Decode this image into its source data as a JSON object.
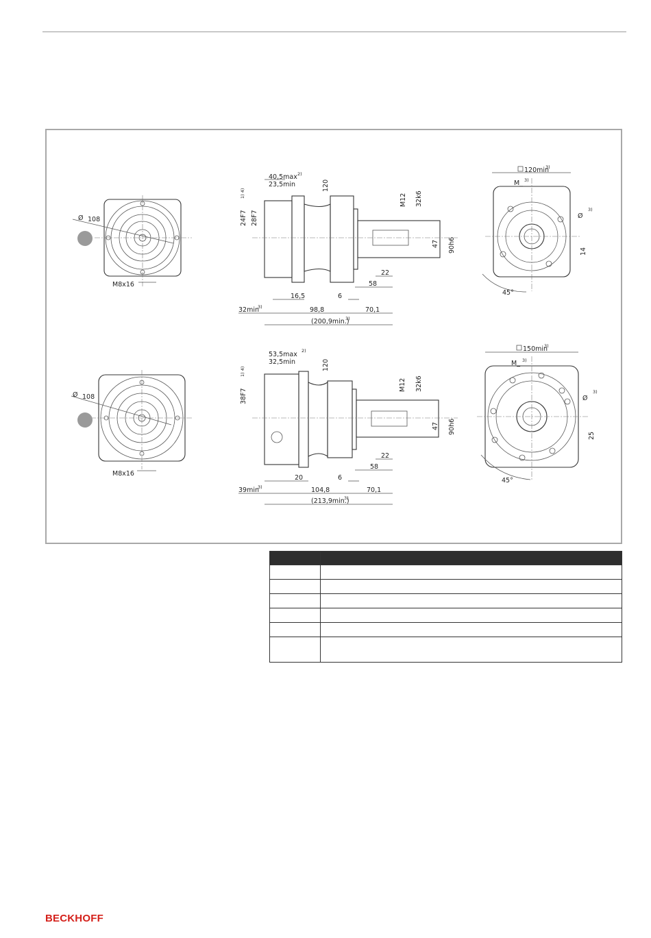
{
  "brand": {
    "logo_text": "BECKHOFF",
    "color": "#d4201a"
  },
  "drawing_top": {
    "front_dia": "108",
    "front_thread": "M8x16",
    "d_input": "24F7",
    "d_input_sup": "1) 4)",
    "d_input2": "28F7",
    "len_max": "40,5max",
    "len_max_sup": "2)",
    "len_min": "23,5min",
    "d_flange": "120",
    "thread": "M12",
    "d_shaft": "32k6",
    "d_spigot": "47",
    "d_pilot": "90h6",
    "dim_22": "22",
    "dim_58": "58",
    "dim_165": "16,5",
    "dim_6": "6",
    "dim_32min": "32min",
    "dim_32min_sup": "3)",
    "dim_988": "98,8",
    "dim_701": "70,1",
    "total": "(200,9min.)",
    "total_sup": "3)",
    "square": "120min",
    "square_sup": "3)",
    "m": "M_",
    "m_sup": "3)",
    "phi": "Ø",
    "phi_sup": "3)",
    "dim_14": "14",
    "angle": "45°"
  },
  "drawing_bottom": {
    "front_dia": "108",
    "front_thread": "M8x16",
    "d_input": "38F7",
    "d_input_sup": "1) 4)",
    "len_max": "53,5max",
    "len_max_sup": "2)",
    "len_min": "32,5min",
    "d_flange": "120",
    "thread": "M12",
    "d_shaft": "32k6",
    "d_spigot": "47",
    "d_pilot": "90h6",
    "dim_22": "22",
    "dim_58": "58",
    "dim_20": "20",
    "dim_6": "6",
    "dim_39min": "39min",
    "dim_39min_sup": "3)",
    "dim_1048": "104,8",
    "dim_701": "70,1",
    "total": "(213,9min.)",
    "total_sup": "3)",
    "square": "150min",
    "square_sup": "3)",
    "m": "M_",
    "m_sup": "3)",
    "phi": "Ø",
    "phi_sup": "3)",
    "dim_25": "25",
    "angle": "45°"
  },
  "colors": {
    "frame_border": "#a8a8a8",
    "table_header": "#2e2e2e",
    "marker_gray": "#9a9a9a"
  }
}
